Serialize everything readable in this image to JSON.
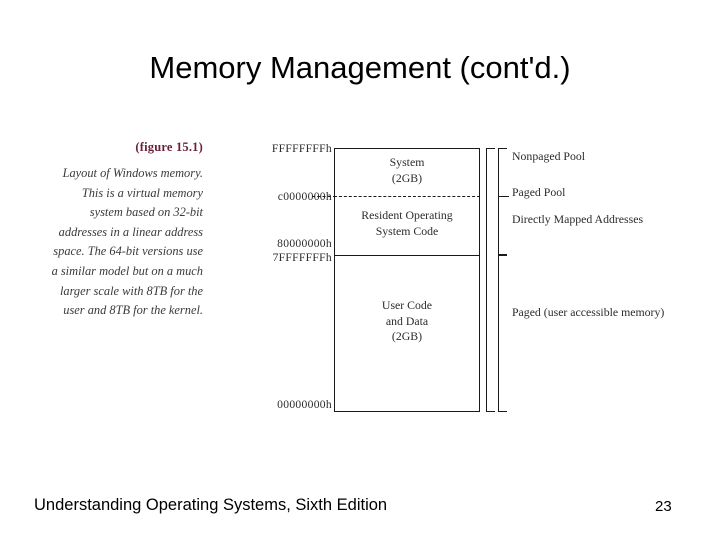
{
  "slide": {
    "title": "Memory Management (cont'd.)",
    "footer": "Understanding Operating Systems, Sixth Edition",
    "page_number": "23"
  },
  "caption": {
    "figure_label": "(figure 15.1)",
    "figure_label_color": "#6b1f3a",
    "body": "Layout of Windows memory. This is a virtual memory system based on 32-bit addresses in a linear address space. The 64-bit versions use a similar model but on a much larger scale with 8TB for the user and 8TB for the kernel."
  },
  "diagram": {
    "addresses": [
      {
        "id": "top",
        "text": "FFFFFFFFh"
      },
      {
        "id": "resident-os",
        "text": "c0000000h"
      },
      {
        "id": "system-base",
        "text": "80000000h"
      },
      {
        "id": "user-top",
        "text": "7FFFFFFFh"
      },
      {
        "id": "bottom",
        "text": "00000000h"
      }
    ],
    "regions": [
      {
        "id": "system",
        "lines": [
          "System",
          "(2GB)"
        ]
      },
      {
        "id": "resident-os-code",
        "lines": [
          "Resident Operating",
          "System Code"
        ]
      },
      {
        "id": "user",
        "lines": [
          "User Code",
          "and Data",
          "(2GB)"
        ]
      }
    ],
    "annotations": [
      {
        "id": "nonpaged-pool",
        "text": "Nonpaged Pool"
      },
      {
        "id": "paged-pool",
        "text": "Paged Pool"
      },
      {
        "id": "directly-mapped",
        "text": "Directly Mapped Addresses"
      },
      {
        "id": "paged-user",
        "text": "Paged (user accessible memory)"
      }
    ]
  }
}
